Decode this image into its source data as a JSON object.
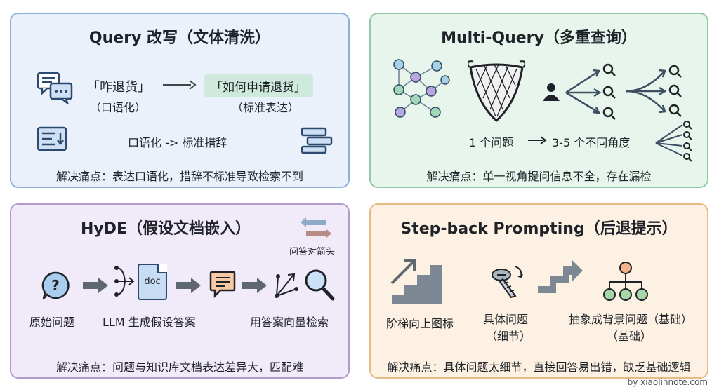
{
  "panels": {
    "query_rewrite": {
      "title": "Query 改写（文体清洗）",
      "original_query": "「咋退货」",
      "original_note": "（口语化）",
      "rewritten_query": "「如何申请退货」",
      "rewritten_note": "（标准表达）",
      "conversion": "口语化 -> 标准措辞",
      "pain_point": "解决痛点：表达口语化，措辞不标准导致检索不到"
    },
    "multi_query": {
      "title": "Multi-Query（多重查询）",
      "mapping": "1 个问题",
      "mapping_result": "3-5 个不同角度",
      "pain_point": "解决痛点：单一视角提问信息不全，存在漏检"
    },
    "hyde": {
      "title": "HyDE（假设文档嵌入）",
      "arrow_legend": "问答对箭头",
      "step1": "原始问题",
      "step2": "LLM 生成假设答案",
      "step3": "用答案向量检索",
      "doc_label": "doc",
      "pain_point": "解决痛点：问题与知识库文档表达差异大，匹配难"
    },
    "step_back": {
      "title": "Step-back Prompting（后退提示）",
      "stairs_label": "阶梯向上图标",
      "specific_label": "具体问题",
      "specific_note": "（细节）",
      "abstract_label": "抽象成背景问题（基础）",
      "abstract_note": "（基础）",
      "pain_point": "解决痛点：具体问题太细节，直接回答易出错，缺乏基础逻辑"
    }
  },
  "footer": "by xiaolinnote.com",
  "colors": {
    "blue_panel": "#eaf1fb",
    "green_panel": "#e7f5ec",
    "purple_panel": "#f1eaf8",
    "orange_panel": "#fcf1e2"
  }
}
